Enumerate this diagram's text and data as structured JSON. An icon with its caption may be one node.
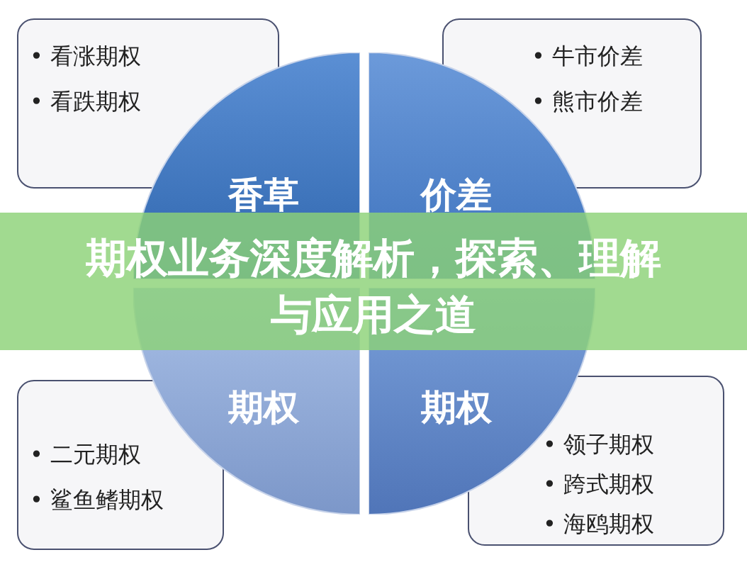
{
  "diagram": {
    "title": "期权业务深度解析，探索、理解与应用之道",
    "nodes": [
      {
        "text": [
          "• 看涨期权",
          "• 看跌期权"
        ]
      },
      {
        "text": [
          "• 牛市价差",
          "• 熊市价差"
        ]
      },
      {
        "text": [
          "• 二元期权",
          "• 鲨鱼鳍期权"
        ]
      },
      {
        "text": [
          "• 领子期权",
          "• 跨式期权",
          "• 海鸥期权"
        ]
      },
      {
        "text": [
          "香草"
        ]
      },
      {
        "text": [
          "价差"
        ]
      },
      {
        "text": [
          "期权"
        ]
      },
      {
        "text": [
          "期权"
        ]
      }
    ]
  }
}
